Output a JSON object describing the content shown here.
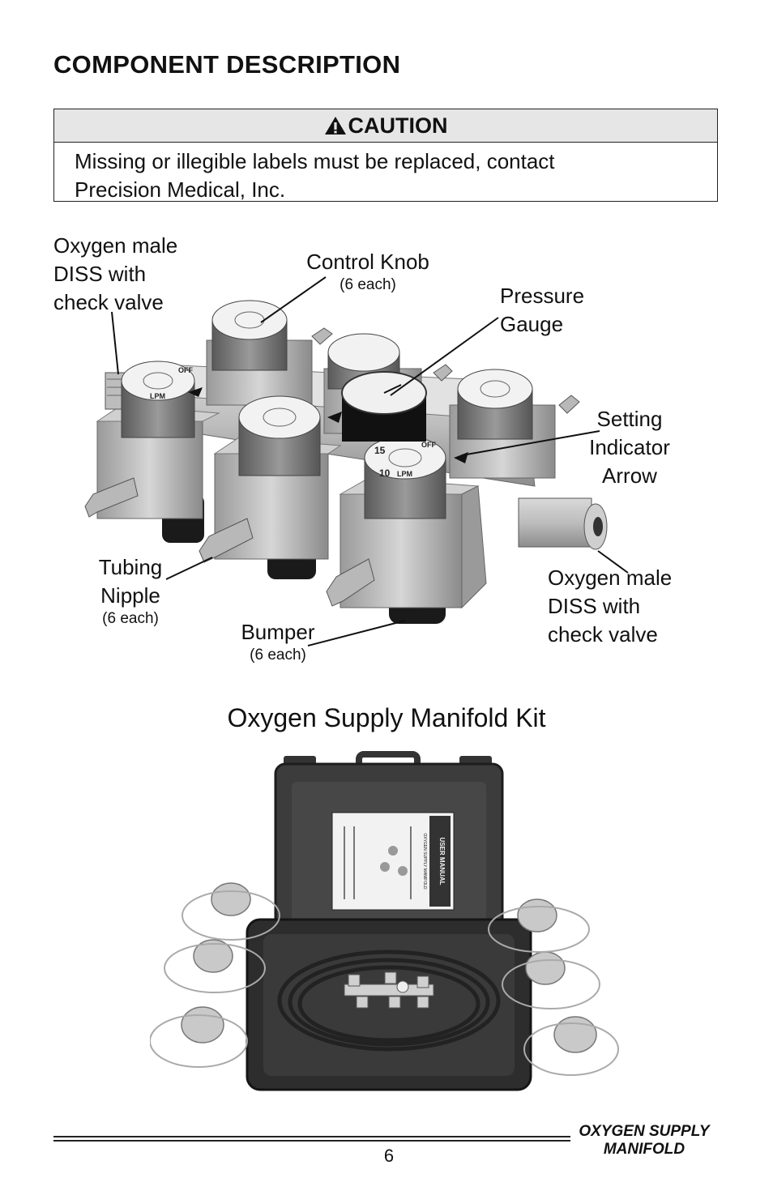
{
  "page": {
    "heading": "COMPONENT DESCRIPTION",
    "page_number": "6",
    "footer_title_line1": "OXYGEN SUPPLY",
    "footer_title_line2": "MANIFOLD"
  },
  "caution": {
    "title": "CAUTION",
    "text_line1": "Missing or illegible labels must be replaced, contact",
    "text_line2": "Precision Medical, Inc."
  },
  "diagram": {
    "labels": {
      "oxygen_left_l1": "Oxygen male",
      "oxygen_left_l2": "DISS with",
      "oxygen_left_l3": "check valve",
      "control_knob": "Control Knob",
      "control_knob_sub": "(6 each)",
      "pressure_l1": "Pressure",
      "pressure_l2": "Gauge",
      "setting_l1": "Setting",
      "setting_l2": "Indicator",
      "setting_l3": "Arrow",
      "tubing_l1": "Tubing",
      "tubing_l2": "Nipple",
      "tubing_sub": "(6 each)",
      "bumper": "Bumper",
      "bumper_sub": "(6 each)",
      "oxygen_right_l1": "Oxygen male",
      "oxygen_right_l2": "DISS with",
      "oxygen_right_l3": "check valve"
    },
    "knob_markings": {
      "off": "OFF",
      "unit": "LPM",
      "max": "15",
      "mid": "10"
    }
  },
  "kit": {
    "title": "Oxygen Supply Manifold Kit",
    "manual_label": "USER MANUAL",
    "manual_subtitle": "OXYGEN SUPPLY MANIFOLD"
  }
}
